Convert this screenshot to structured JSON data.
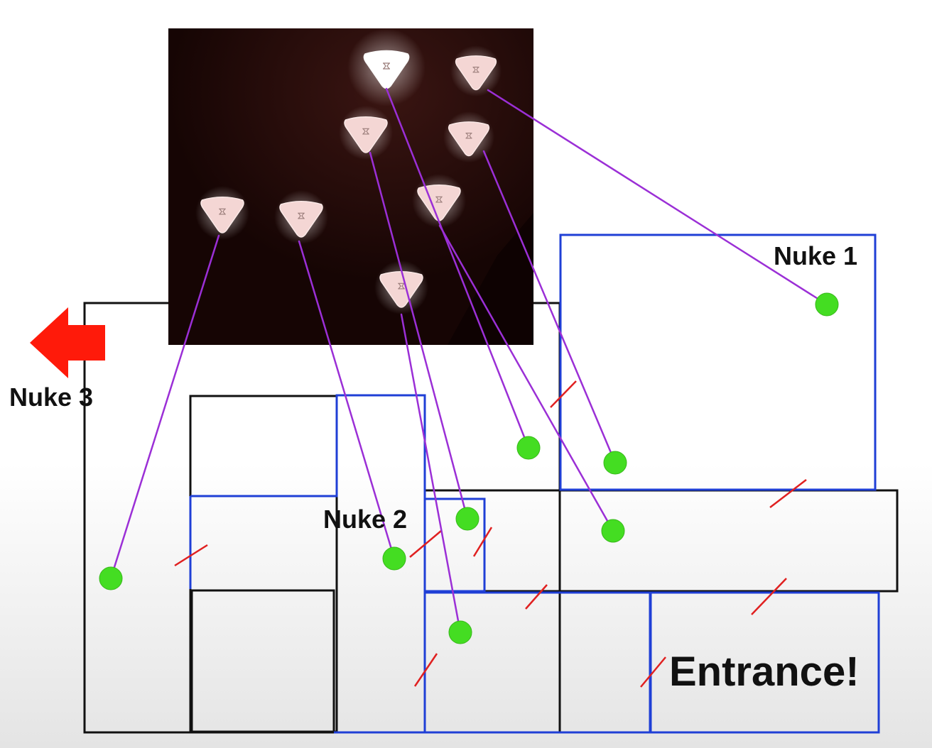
{
  "labels": {
    "nuke1": "Nuke 1",
    "nuke2": "Nuke 2",
    "nuke3": "Nuke 3",
    "entrance": "Entrance!"
  },
  "colors": {
    "background_top": "#ffffff",
    "background_bottom": "#e4e4e4",
    "wall_black": "#111111",
    "wall_blue": "#1f3fd6",
    "connector": "#9b2fd6",
    "marker": "#44dd22",
    "door": "#e02020",
    "arrow": "#ff1a0a",
    "photo_bg": "#1a0706",
    "lamp": "#f4d6d4",
    "lamp_bright": "#ffffff"
  },
  "icons": {
    "arrow": "red-arrow-left-icon",
    "lamp": "triangle-lamp-icon",
    "marker": "green-dot-icon",
    "door": "door-slash-icon"
  }
}
